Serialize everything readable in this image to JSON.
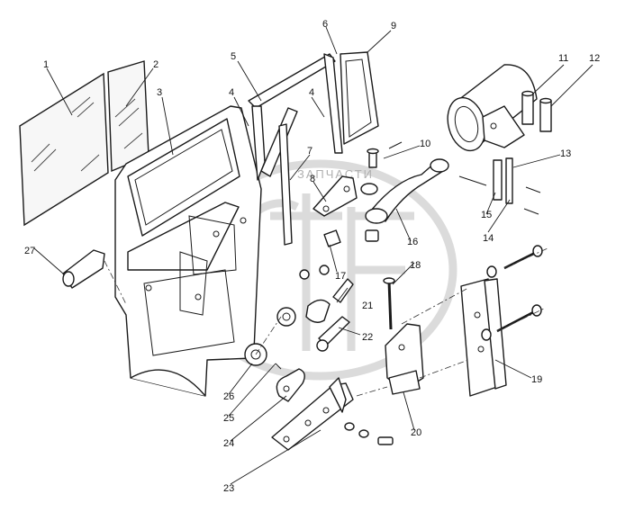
{
  "watermark": {
    "text": "ЗАПЧАСТИ"
  },
  "callouts": {
    "c1": "1",
    "c2": "2",
    "c3": "3",
    "c4a": "4",
    "c4b": "4",
    "c5": "5",
    "c6": "6",
    "c7": "7",
    "c8": "8",
    "c9": "9",
    "c10": "10",
    "c11": "11",
    "c12": "12",
    "c13": "13",
    "c14": "14",
    "c15": "15",
    "c16": "16",
    "c17": "17",
    "c18": "18",
    "c19": "19",
    "c20": "20",
    "c21": "21",
    "c22": "22",
    "c23": "23",
    "c24": "24",
    "c25": "25",
    "c26": "26",
    "c27": "27"
  }
}
